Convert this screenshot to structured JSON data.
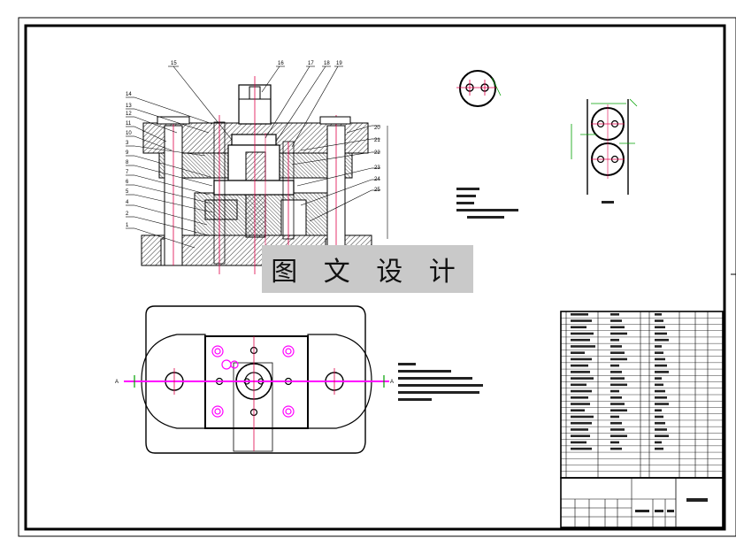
{
  "watermark": "图 文 设 计",
  "part_numbers_top": [
    "15",
    "16",
    "17",
    "18",
    "19"
  ],
  "part_numbers_left": [
    "14",
    "13",
    "12",
    "11",
    "10",
    "3",
    "9",
    "8",
    "7",
    "6",
    "5",
    "4",
    "2",
    "1"
  ],
  "part_numbers_right": [
    "20",
    "21",
    "22",
    "23",
    "24",
    "25"
  ],
  "section_marker": "A",
  "colors": {
    "line": "#000000",
    "centerline": "#e0004a",
    "dimension": "#00a000",
    "accent": "#ff00ff"
  }
}
